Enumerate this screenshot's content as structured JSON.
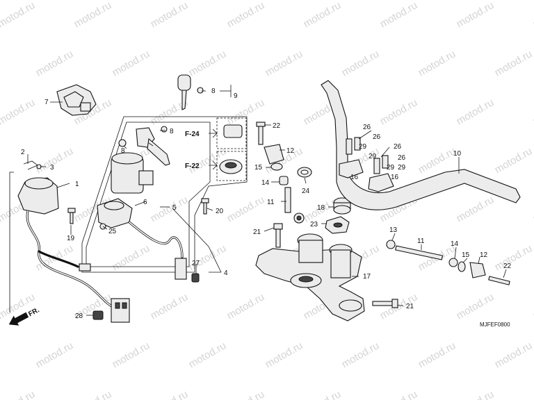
{
  "watermark": "motod.ru",
  "diagram_code": "MJFEF0800",
  "front_indicator": "FR.",
  "callouts": {
    "c1": "1",
    "c2": "2",
    "c3": "3",
    "c4": "4",
    "c5": "5",
    "c6": "6",
    "c7": "7",
    "c8a": "8",
    "c8b": "8",
    "c8c": "8",
    "c9": "9",
    "c10": "10",
    "c11": "11",
    "c12a": "12",
    "c12b": "12",
    "c13": "13",
    "c14a": "14",
    "c14b": "14",
    "c15a": "15",
    "c15b": "15",
    "c16a": "16",
    "c16b": "16",
    "c17": "17",
    "c18": "18",
    "c19": "19",
    "c20": "20",
    "c21a": "21",
    "c21b": "21",
    "c22a": "22",
    "c22b": "22",
    "c23": "23",
    "c24": "24",
    "c25": "25",
    "c26a": "26",
    "c26b": "26",
    "c26c": "26",
    "c26d": "26",
    "c27": "27",
    "c28": "28",
    "c29a": "29",
    "c29b": "29",
    "c29c": "29",
    "c29d": "29"
  },
  "refs": {
    "f24": "F-24",
    "f22": "F-22"
  }
}
